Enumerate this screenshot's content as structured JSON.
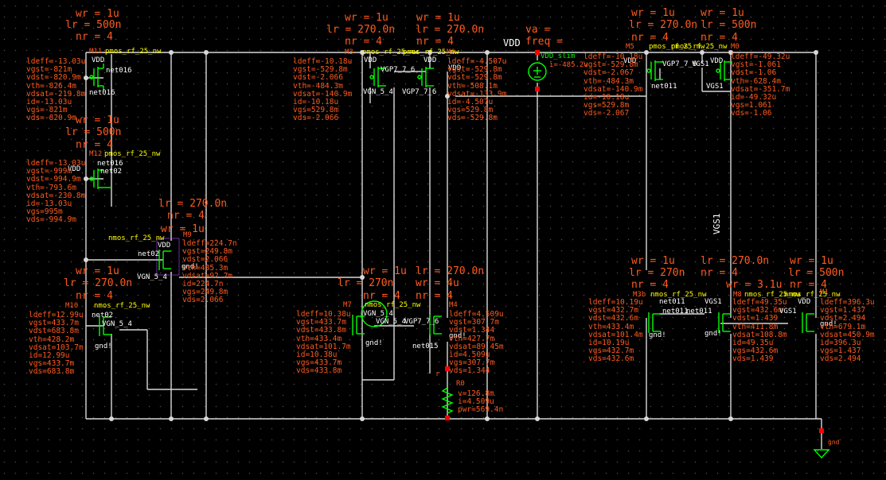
{
  "colors": {
    "wire": "#d8d8d8",
    "device": "#00ff00",
    "params": "#ff5a1e",
    "model": "#ffff00",
    "net": "#ffffff",
    "pin": "#ff0000",
    "background": "#000000"
  },
  "top_labels": {
    "vdd": "VDD",
    "va": "va =",
    "freq": "freq ="
  },
  "vdd_source": {
    "name": "VDD_slim",
    "current": "i=-485.2u",
    "icon": "dc-voltage-source-icon"
  },
  "resistor": {
    "name": "R0",
    "label": "r",
    "op": "v=126.8m\ni=4.509u\npwr=569.4n",
    "icon": "resistor-icon"
  },
  "ground": {
    "label": "gnd",
    "icon": "ground-icon"
  },
  "nets": {
    "vgs1_vertical": "VGS1"
  },
  "transistors": [
    {
      "id": "M11",
      "model": "pmos_rf_25_nw",
      "params": [
        "wr = 1u",
        "lr = 500n",
        "nr = 4"
      ],
      "pins": [
        "VDD",
        "net016",
        "net016"
      ],
      "op": "ldeff=-13.03u\nvgst=-821m\nvdst=-820.9m\nvth=-826.4m\nvdsat=-219.8m\nid=-13.03u\nvgs=-821m\nvds=-820.9m"
    },
    {
      "id": "M12",
      "model": "pmos_rf_25_nw",
      "params": [
        "wr = 1u",
        "lr = 500n",
        "nr = 4"
      ],
      "pins": [
        "VDD",
        "net016",
        "net02"
      ],
      "op": "ldeff=-13.03u\nvgst=-999m\nvdst=-994.9m\nvth=-793.6m\nvdsat=-230.8m\nid=-13.03u\nvgs=995m\nvds=-994.9m"
    },
    {
      "id": "M9",
      "model": "nmos_rf_25_nw",
      "params": [
        "wr = 1u",
        "lr = 270.0n",
        "nr = 4"
      ],
      "pins": [
        "VDD",
        "net02",
        "gnd!",
        "VGN_5_4"
      ],
      "op": "ldeff=224.7n\nvgst=249.8m\nvdst=2.066\nvth=485.3m\nvdsat=92.2m\nid=224.7n\nvgs=249.8m\nvds=2.066"
    },
    {
      "id": "M10",
      "model": "nmos_rf_25_nw",
      "params": [
        "wr = 1u",
        "lr = 270.0n",
        "nr = 4"
      ],
      "pins": [
        "net02",
        "VGN_5_4",
        "gnd!"
      ],
      "op": "ldeff=12.99u\nvgst=433.7m\nvdst=683.8m\nvth=428.2m\nvdsat=103.7m\nid=12.99u\nvgs=433.7m\nvds=683.8m"
    },
    {
      "id": "M3",
      "model": "pmos_rf_25_nw",
      "params": [
        "wr = 1u",
        "lr = 270.0n",
        "nr = 4"
      ],
      "pins": [
        "VDD",
        "VGN_5_4",
        "VGP7_7_6"
      ],
      "op": "ldeff=-10.18u\nvgst=-529.8m\nvdst=-2.066\nvth=-484.3m\nvdsat=-140.9m\nid=-10.18u\nvgs=529.8m\nvds=-2.066"
    },
    {
      "id": "M6",
      "model": "pmos_rf_25_nw",
      "params": [
        "wr = 1u",
        "lr = 270.0n",
        "nr = 4"
      ],
      "pins": [
        "VDD",
        "VDD",
        "VGP7_7_6"
      ],
      "op": "ldeff=-4.507u\nvgst=-529.8m\nvdst=-529.8m\nvth=-508.1m\nvdsat=-133.9m\nid=-4.507u\nvgs=529.8m\nvds=-529.8m"
    },
    {
      "id": "M7",
      "model": "nmos_rf_25_nw",
      "params": [
        "wr = 1u",
        "lr = 270n",
        "nr = 4"
      ],
      "pins": [
        "VGN_5_4",
        "VGN_5_4",
        "gnd!"
      ],
      "op": "ldeff=10.38u\nvgst=433.7m\nvdst=433.8m\nvth=433.4m\nvdsat=101.7m\nid=10.38u\nvgs=433.7m\nvds=433.8m"
    },
    {
      "id": "M4",
      "model": "nmos_rf_25_nw",
      "params": [
        "wr = 4u",
        "lr = 270.0n",
        "nr = 4"
      ],
      "pins": [
        "VGP7_7_6",
        "net015",
        "gnd!"
      ],
      "op": "ldeff=4.509u\nvgst=307.7m\nvdst=1.344\nvth=427.7m\nvdsat=89.45m\nid=4.509u\nvgs=307.7m\nvds=1.344"
    },
    {
      "id": "M5",
      "model": "pmos_rf_25_nw",
      "params": [
        "wr = 1u",
        "lr = 270.0n",
        "nr = 4"
      ],
      "pins": [
        "VDD",
        "VGP7_7_6",
        "net011"
      ],
      "op": "ldeff=-10.18u\nvgst=-529.8m\nvdst=-2.067\nvth=-484.3m\nvdsat=-140.9m\nid=-10.18u\nvgs=529.8m\nvds=-2.067"
    },
    {
      "id": "M0",
      "model": "pmos_rf_25_nw",
      "params": [
        "wr = 1u",
        "lr = 500n",
        "nr = 4"
      ],
      "pins": [
        "VDD",
        "VGS1",
        "VGS1"
      ],
      "op": "ldeff=-49.32u\nvgst=-1.061\nvdst=-1.06\nvth=-628.4m\nvdsat=-351.7m\nid=-49.32u\nvgs=1.061\nvds=-1.06"
    },
    {
      "id": "M3b",
      "model": "nmos_rf_25_nw",
      "params": [
        "wr = 1u",
        "lr = 270n",
        "nr = 4"
      ],
      "pins": [
        "net011",
        "net011",
        "gnd!"
      ],
      "op": "ldeff=10.19u\nvgst=432.7m\nvdst=432.6m\nvth=433.4m\nvdsat=101.4m\nid=10.19u\nvgs=432.7m\nvds=432.6m"
    },
    {
      "id": "M8",
      "model": "nmos_rf_25_nw",
      "params": [
        "wr = 3.1u",
        "lr = 270.0n",
        "nr = 4"
      ],
      "pins": [
        "VGS1",
        "net011",
        "gnd!"
      ],
      "op": "ldeff=49.35u\nvgst=432.6m\nvdst=1.439\nvth=411.8m\nvdsat=108.8m\nid=49.35u\nvgs=432.6m\nvds=1.439"
    },
    {
      "id": "M1",
      "model": "nmos_rf_25_nw",
      "params": [
        "wr = 1u",
        "lr = 500n",
        "nr = 4"
      ],
      "pins": [
        "VDD",
        "VGS1",
        "gnd!"
      ],
      "op": "ldeff=396.3u\nvgst=1.437\nvdst=2.494\nvth=679.1m\nvdsat=450.9m\nid=396.3u\nvgs=1.437\nvds=2.494"
    }
  ]
}
